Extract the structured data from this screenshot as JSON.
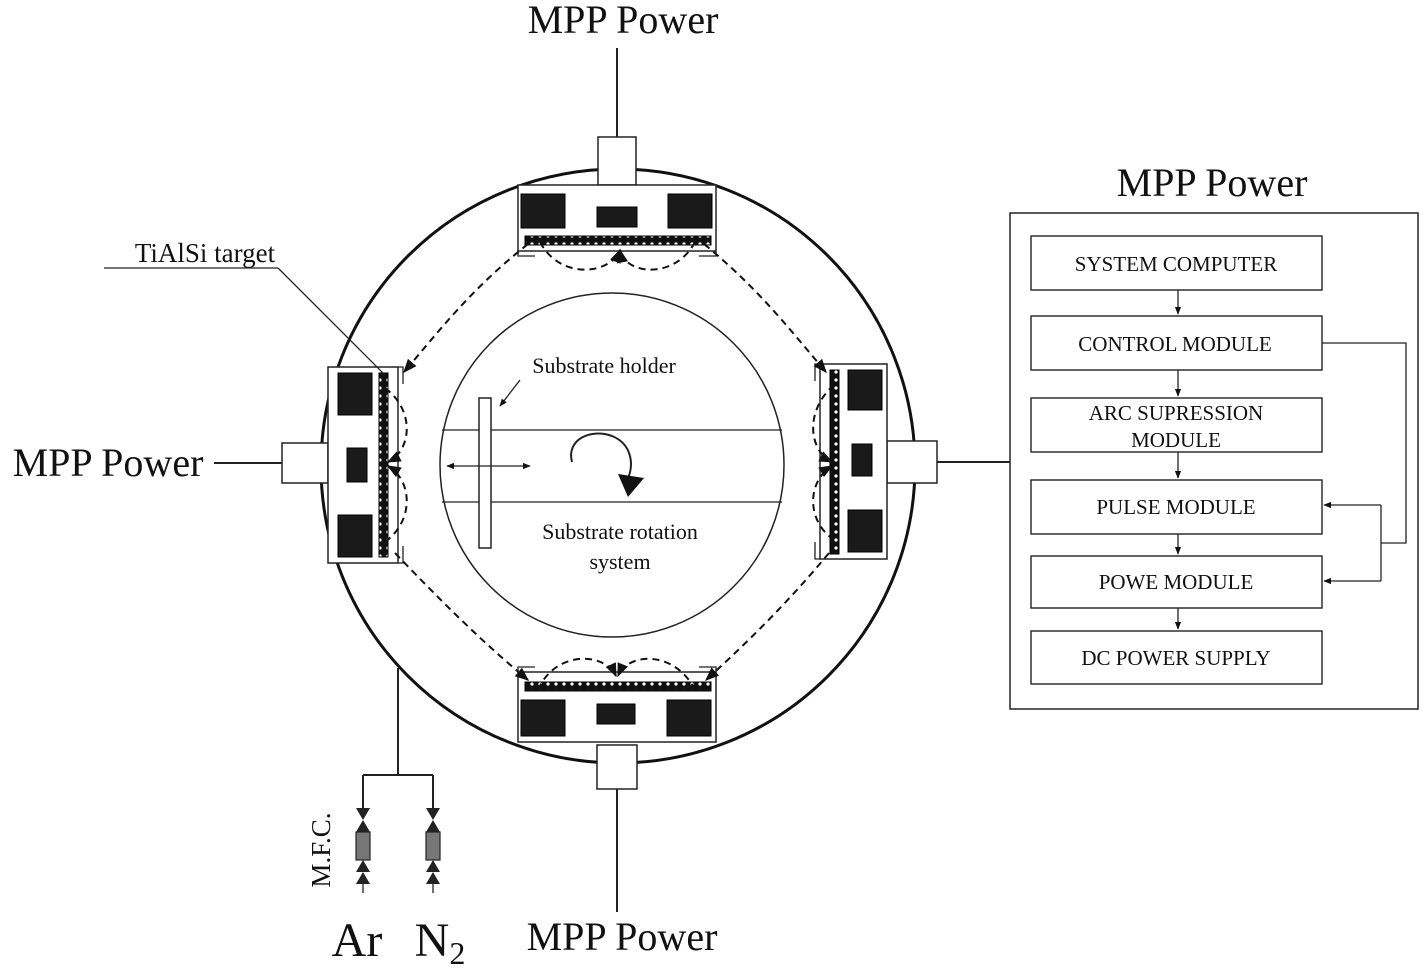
{
  "labels": {
    "top_power": "MPP Power",
    "bottom_power": "MPP Power",
    "left_power": "MPP Power",
    "right_panel_title": "MPP Power",
    "target": "TiAlSi target",
    "substrate_holder": "Substrate holder",
    "rotation_line1": "Substrate rotation",
    "rotation_line2": "system",
    "mfc": "M.F.C.",
    "gas_ar": "Ar",
    "gas_n2_base": "N",
    "gas_n2_sub": "2"
  },
  "power_modules": [
    {
      "line1": "SYSTEM COMPUTER",
      "line2": ""
    },
    {
      "line1": "CONTROL MODULE",
      "line2": ""
    },
    {
      "line1": "ARC SUPRESSION",
      "line2": "MODULE"
    },
    {
      "line1": "PULSE MODULE",
      "line2": ""
    },
    {
      "line1": "POWE MODULE",
      "line2": ""
    },
    {
      "line1": "DC POWER SUPPLY",
      "line2": ""
    }
  ]
}
